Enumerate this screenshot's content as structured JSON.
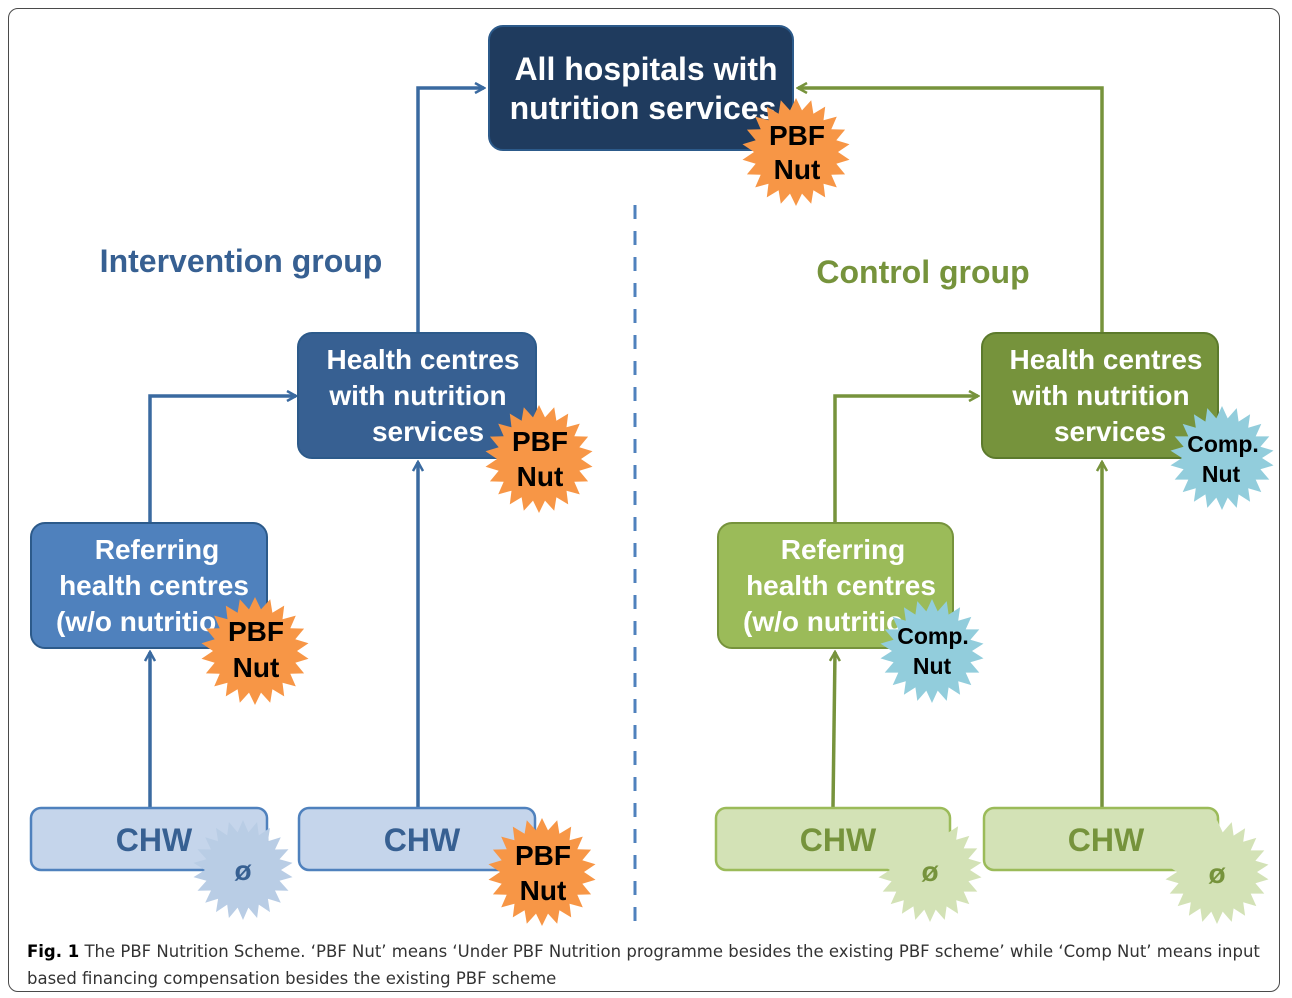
{
  "colors": {
    "blue_dark": "#1f3b5e",
    "blue_mid": "#376092",
    "blue_light": "#4f81bd",
    "blue_pale": "#c5d5eb",
    "green_dark": "#76933c",
    "green_light": "#9bbb59",
    "green_pale": "#d3e2b6",
    "arrow_blue": "#3a6aa0",
    "arrow_green": "#77933c",
    "starburst_orange": "#f79646",
    "starburst_teal": "#92cddc",
    "starburst_pale_blue": "#b9cde5",
    "starburst_pale_green": "#d3e2b6"
  },
  "hospital": {
    "line1": "All hospitals with",
    "line2": "nutrition services"
  },
  "groups": {
    "intervention": "Intervention group",
    "control": "Control group"
  },
  "intervention": {
    "health_centres": {
      "line1": "Health centres",
      "line2": "with nutrition",
      "line3": "services"
    },
    "referring": {
      "line1": "Referring",
      "line2": "health centres",
      "line3": "(w/o nutritio"
    },
    "chw_left": "CHW",
    "chw_right": "CHW"
  },
  "control": {
    "health_centres": {
      "line1": "Health centres",
      "line2": "with nutrition",
      "line3": "services"
    },
    "referring": {
      "line1": "Referring",
      "line2": "health centres",
      "line3": "(w/o nutritio"
    },
    "chw_left": "CHW",
    "chw_right": "CHW"
  },
  "badges": {
    "pbf_nut": {
      "line1": "PBF",
      "line2": "Nut"
    },
    "comp_nut": {
      "line1": "Comp.",
      "line2": "Nut"
    },
    "none": "ø"
  },
  "caption": {
    "label": "Fig. 1",
    "text": " The PBF Nutrition Scheme. ‘PBF Nut’ means ‘Under PBF Nutrition programme besides the existing PBF scheme’ while ‘Comp Nut’ means input based financing compensation besides the existing PBF scheme"
  }
}
